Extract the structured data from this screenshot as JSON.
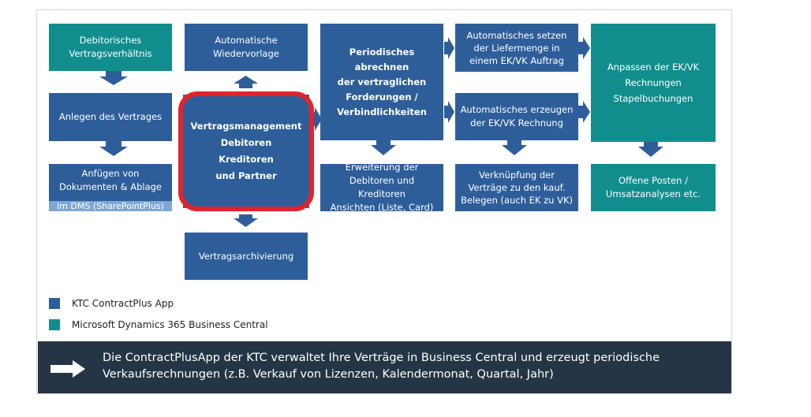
{
  "diagram": {
    "boxes": {
      "debitorisches": "Debitorisches\nVertragsverhältnis",
      "anlegen": "Anlegen des Vertrages",
      "anfuegen": "Anfügen von\nDokumenten & Ablage",
      "dms": "im DMS (SharePointPlus)",
      "wiedervorlage": "Automatische\nWiedervorlage",
      "vertragsmanagement": "Vertragsmanagement\nDebitoren\nKreditoren\nund Partner",
      "archivierung": "Vertragsarchivierung",
      "periodisch": "Periodisches abrechnen\nder vertraglichen\nForderungen /\nVerbindlichkeiten",
      "erweiterung": "Erweiterung der\nDebitoren und Kreditoren\nAnsichten (Liste, Card)",
      "liefermenge": "Automatisches setzen\nder Liefermenge in\neinem EK/VK Auftrag",
      "rechnung_erzeugen": "Automatisches erzeugen\nder EK/VK Rechnung",
      "verknuepfung": "Verknüpfung der\nVerträge zu den kauf.\nBelegen (auch EK zu VK)",
      "anpassen": "Anpassen der EK/VK\nRechnungen\nStapelbuchungen",
      "offene_posten": "Offene Posten /\nUmsatzanalysen etc."
    },
    "colors": {
      "ktc_blue": "#2e5e9a",
      "bc_teal": "#128d8d",
      "highlight_red": "#e3232a",
      "banner_bg": "#253545"
    }
  },
  "legend": [
    {
      "label": "KTC ContractPlus App",
      "color": "#2e5e9a"
    },
    {
      "label": "Microsoft Dynamics 365 Business Central",
      "color": "#128d8d"
    }
  ],
  "banner": {
    "icon": "arrow-right-icon",
    "text": "Die ContractPlusApp der KTC verwaltet Ihre Verträge in Business Central und erzeugt periodische\nVerkaufsrechnungen (z.B. Verkauf von Lizenzen, Kalendermonat, Quartal, Jahr)"
  }
}
